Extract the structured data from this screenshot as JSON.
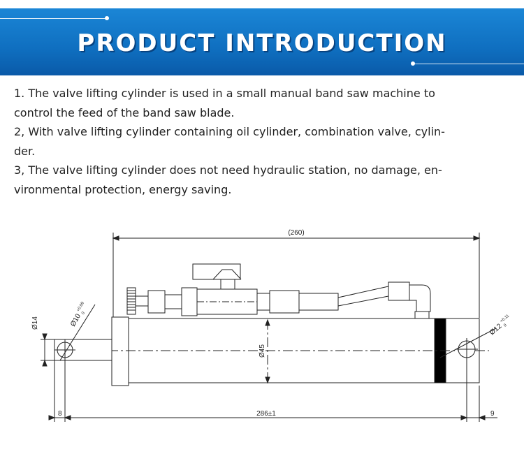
{
  "header": {
    "title": "PRODUCT INTRODUCTION"
  },
  "intro": {
    "lines": [
      "1. The valve lifting cylinder is used in a small manual band saw machine to",
      "control the feed of the band saw blade.",
      "2, With valve lifting cylinder containing oil cylinder, combination valve, cylin-",
      "der.",
      "3, The valve lifting cylinder does not need hydraulic station, no damage, en-",
      "vironmental protection, energy saving."
    ]
  },
  "drawing": {
    "overall_length": "(260)",
    "length_total": "286±1",
    "left_offset": "8",
    "right_offset": "9",
    "rod_end_dia": "Ø14",
    "pin_hole": "Ø10",
    "pin_hole_tol_upper": "+0.09",
    "pin_hole_tol_lower": "0",
    "body_dia": "Ø45",
    "right_hole": "Ø12",
    "right_hole_tol_upper": "+0.11",
    "right_hole_tol_lower": "0"
  }
}
